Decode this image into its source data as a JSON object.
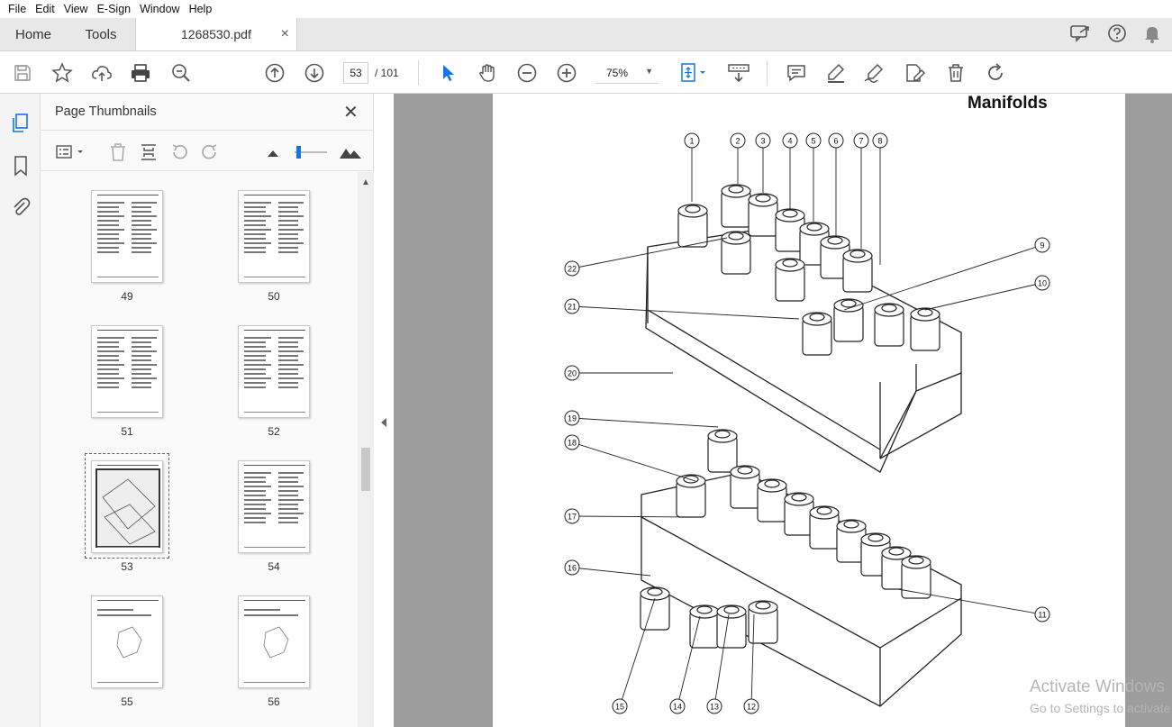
{
  "menu": [
    "File",
    "Edit",
    "View",
    "E-Sign",
    "Window",
    "Help"
  ],
  "tabs": {
    "home": "Home",
    "tools": "Tools",
    "document": "1268530.pdf",
    "close": "×"
  },
  "toolbar": {
    "current_page": "53",
    "total_pages": "/  101",
    "zoom": "75%"
  },
  "panel": {
    "title": "Page Thumbnails",
    "close": "✕"
  },
  "thumbnails": [
    {
      "label": "49"
    },
    {
      "label": "50"
    },
    {
      "label": "51"
    },
    {
      "label": "52"
    },
    {
      "label": "53",
      "selected": true
    },
    {
      "label": "54"
    },
    {
      "label": "55"
    },
    {
      "label": "56"
    }
  ],
  "document": {
    "title": "Manifolds",
    "callouts": [
      "1",
      "2",
      "3",
      "4",
      "5",
      "6",
      "7",
      "8",
      "9",
      "10",
      "11",
      "12",
      "13",
      "14",
      "15",
      "16",
      "17",
      "18",
      "19",
      "20",
      "21",
      "22"
    ]
  },
  "watermark": {
    "line1": "Activate Windows",
    "line2": "Go to Settings to activate Windows."
  },
  "colors": {
    "accent": "#1473e6",
    "canvas": "#9d9d9d",
    "tabbar": "#e8e8e8"
  }
}
